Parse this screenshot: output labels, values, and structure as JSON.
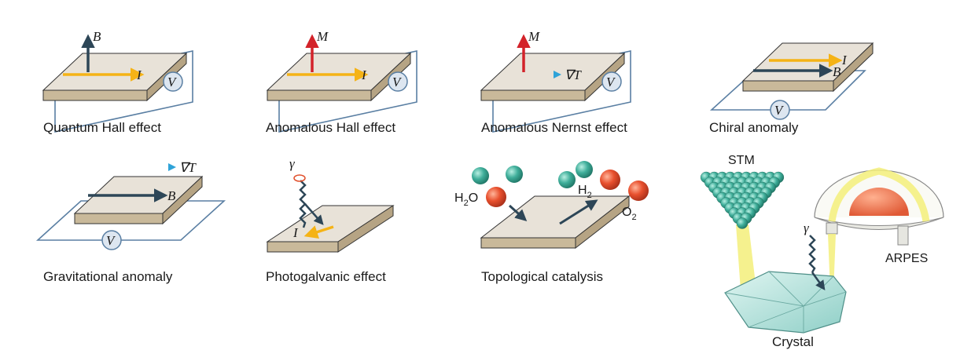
{
  "panels": {
    "quantum_hall": {
      "caption": "Quantum Hall effect",
      "field": "B",
      "current": "I",
      "meter": "V"
    },
    "anomalous_hall": {
      "caption": "Anomalous Hall effect",
      "field": "M",
      "current": "I",
      "meter": "V"
    },
    "anomalous_nernst": {
      "caption": "Anomalous Nernst effect",
      "field": "M",
      "gradient": "∇T",
      "meter": "V"
    },
    "chiral_anomaly": {
      "caption": "Chiral anomaly",
      "current": "I",
      "field": "B",
      "meter": "V"
    },
    "gravitational_anomaly": {
      "caption": "Gravitational anomaly",
      "gradient": "∇T",
      "field": "B",
      "meter": "V"
    },
    "photogalvanic": {
      "caption": "Photogalvanic effect",
      "photon": "γ",
      "current": "I"
    },
    "topological_catalysis": {
      "caption": "Topological catalysis",
      "h2o": "H",
      "h2o_sub": "2",
      "h2o_o": "O",
      "h2": "H",
      "h2_sub": "2",
      "o2": "O",
      "o2_sub": "2"
    },
    "crystal_probes": {
      "caption": "Crystal",
      "stm": "STM",
      "arpes": "ARPES",
      "photon": "γ"
    }
  },
  "colors": {
    "slab_top": "#e8e2d8",
    "slab_side": "#c9b99a",
    "current_arrow": "#f5b316",
    "field_arrow_dark": "#2d4657",
    "magnetization_arrow": "#d3232a",
    "wire": "#5a7fa3",
    "meter_fill": "#dde6f0",
    "atom_teal": "#3fae9a",
    "atom_red": "#e8502e",
    "beam": "#f3ef7a",
    "crystal": "#a8dcd6"
  }
}
